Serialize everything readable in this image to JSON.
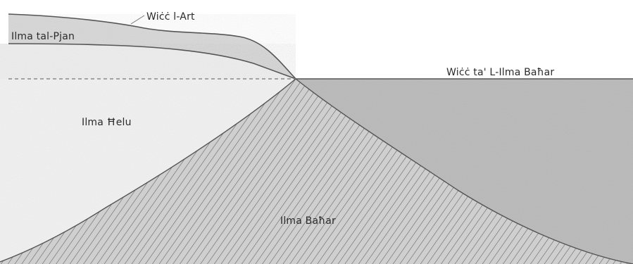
{
  "diagram": {
    "labels": {
      "land_surface": "Wiċċ l-Art",
      "water_table": "Ilma tal-Pjan",
      "fresh_water": "Ilma Ħelu",
      "sea_surface": "Wiċċ ta' L-Ilma Baħar",
      "sea_water": "Ilma Baħar"
    },
    "colors": {
      "land_fill": "#d8d8d8",
      "fresh_water_fill": "#f2f2f2",
      "sea_fill": "#bdbdbd",
      "saltwater_wedge_fill": "#c9c9c9",
      "hatch_line": "#6f6f6f",
      "outline": "#555555",
      "dashed_line": "#8a8a8a"
    }
  }
}
